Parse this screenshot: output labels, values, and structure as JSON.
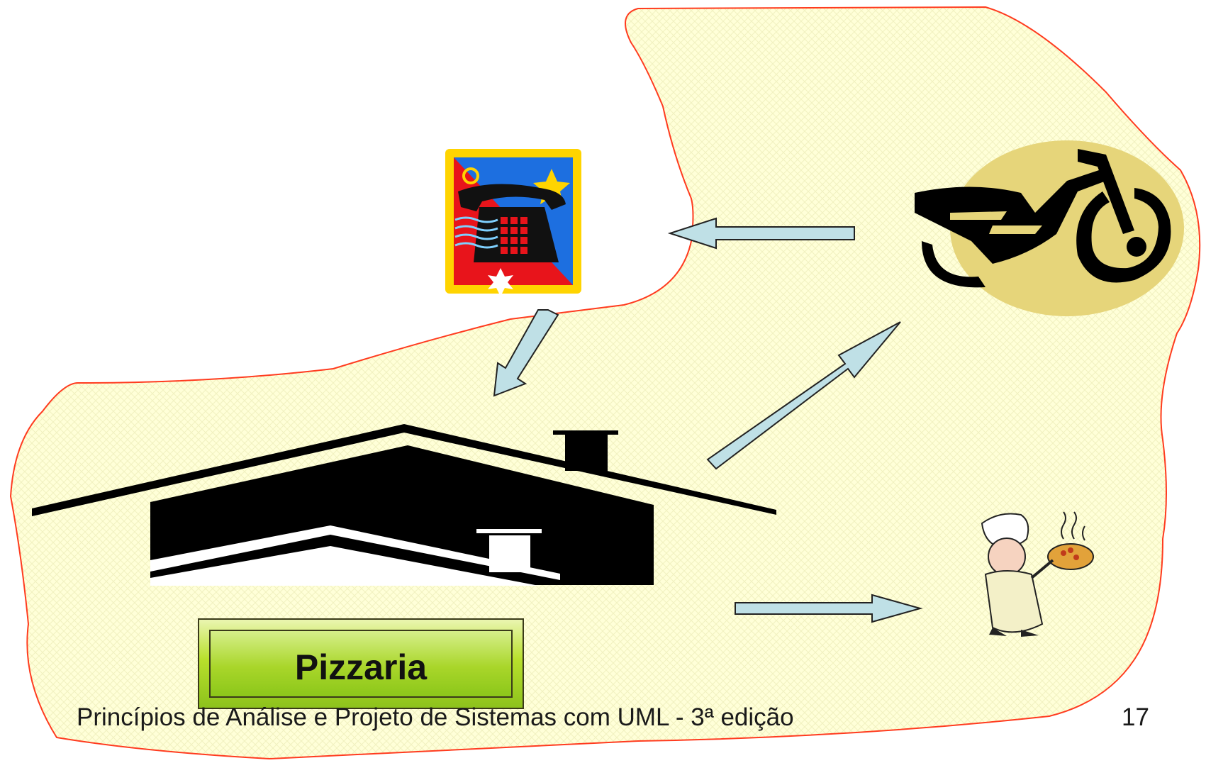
{
  "diagram": {
    "label": "Pizzaria",
    "icons": [
      "telephone-icon",
      "motorcycle-icon",
      "house-icon",
      "chef-with-pizza-icon"
    ],
    "colors": {
      "region_fill": "#ffffd8",
      "region_border": "#ff3b1f",
      "arrow_fill": "#bfe0e6",
      "arrow_stroke": "#222222",
      "label_green": "#a9d62a",
      "moto_blob": "#e6d57a"
    }
  },
  "footer": {
    "text": "Princípios de Análise e Projeto de Sistemas com UML - 3ª edição",
    "page": "17"
  }
}
